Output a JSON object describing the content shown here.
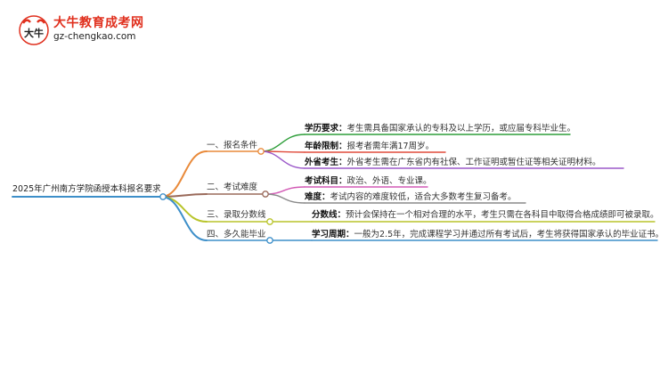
{
  "brand": {
    "title": "大牛教育成考网",
    "url": "gz-chengkao.com",
    "mark_text": "大牛"
  },
  "root": {
    "label": "2025年广州南方学院函授本科报名要求"
  },
  "branches": [
    {
      "label": "一、报名条件",
      "color": "#e98a3a",
      "items": [
        {
          "key": "学历要求：",
          "text": "考生需具备国家承认的专科及以上学历，或应届专科毕业生。",
          "color": "#2e9e3a"
        },
        {
          "key": "年龄限制：",
          "text": "报考者需年满17周岁。",
          "color": "#e04a3a"
        },
        {
          "key": "外省考生：",
          "text": "外省考生需在广东省内有社保、工作证明或暂住证等相关证明材料。",
          "color": "#9b59c9"
        }
      ]
    },
    {
      "label": "二、考试难度",
      "color": "#9a6a5a",
      "items": [
        {
          "key": "考试科目：",
          "text": "政治、外语、专业课。",
          "color": "#d25ab5"
        },
        {
          "key": "难度：",
          "text": "考试内容的难度较低，适合大多数考生复习备考。",
          "color": "#8a8a8a"
        }
      ]
    },
    {
      "label": "三、录取分数线",
      "color": "#b8c42a",
      "items": [
        {
          "key": "分数线：",
          "text": "预计会保持在一个相对合理的水平，考生只需在各科目中取得合格成绩即可被录取。",
          "color": "#b8c42a"
        }
      ]
    },
    {
      "label": "四、多久能毕业",
      "color": "#3d8fc9",
      "items": [
        {
          "key": "学习周期：",
          "text": "一般为2.5年，完成课程学习并通过所有考试后，考生将获得国家承认的毕业证书。",
          "color": "#3d8fc9"
        }
      ]
    }
  ]
}
